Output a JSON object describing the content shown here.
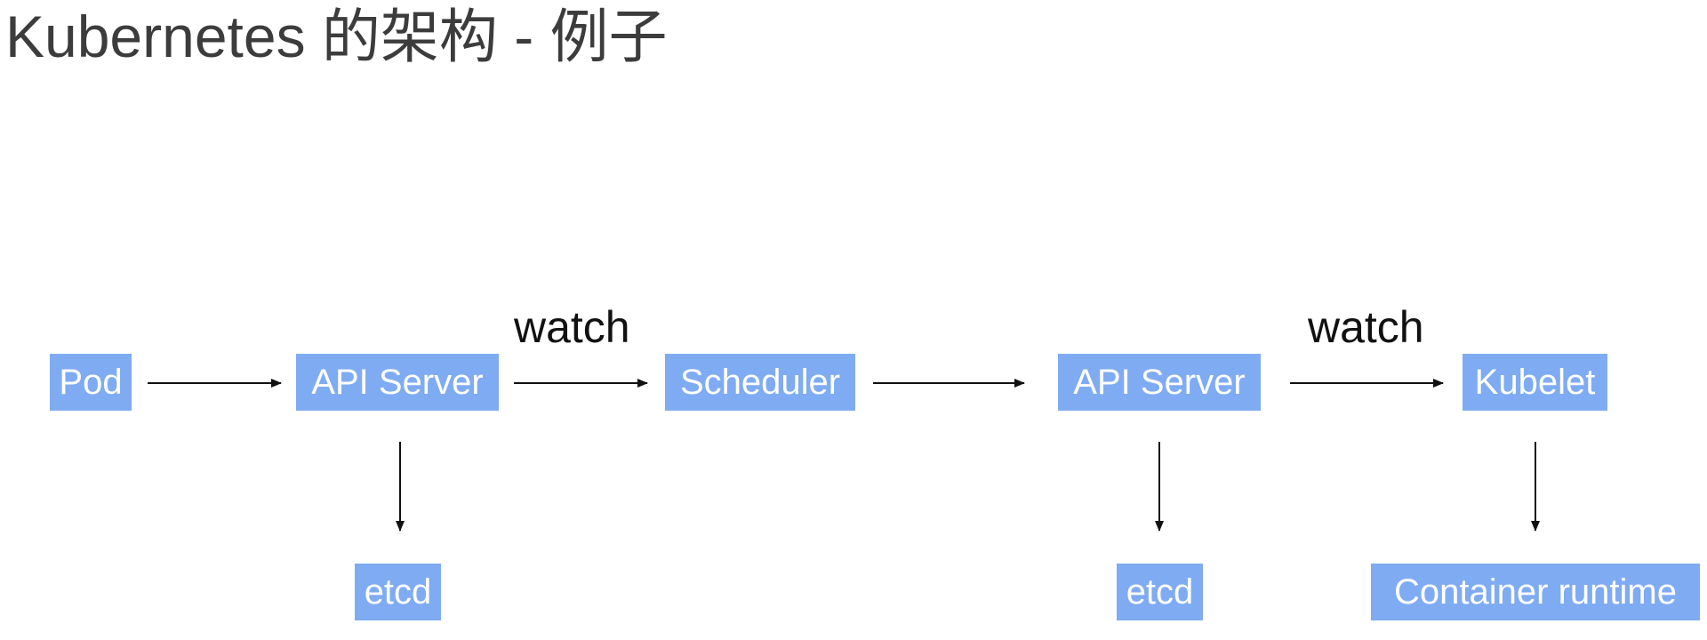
{
  "title": "Kubernetes 的架构 - 例子",
  "nodes": {
    "pod": "Pod",
    "api_server_1": "API Server",
    "scheduler": "Scheduler",
    "api_server_2": "API Server",
    "kubelet": "Kubelet",
    "etcd_1": "etcd",
    "etcd_2": "etcd",
    "container_runtime": "Container runtime"
  },
  "edge_labels": {
    "api_to_scheduler": "watch",
    "api_to_kubelet": "watch"
  },
  "colors": {
    "node_fill": "#7fabf3",
    "node_text": "#ffffff",
    "arrow": "#111111",
    "title_text": "#3c3c3c"
  }
}
